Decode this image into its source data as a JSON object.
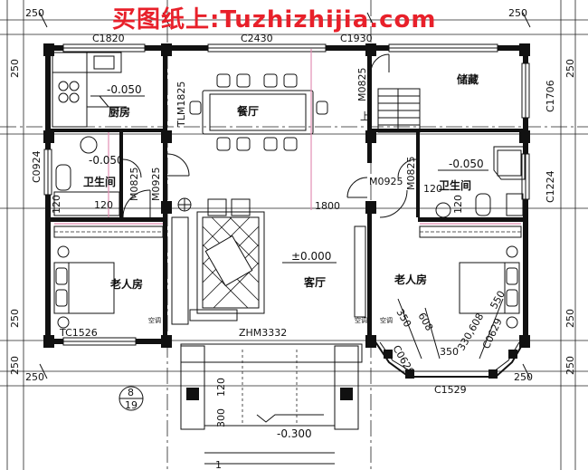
{
  "watermark": "买图纸上:Tuzhizhijia.com",
  "rooms": {
    "kitchen": "厨房",
    "dining": "餐厅",
    "storage": "储藏",
    "bath_left": "卫生间",
    "bath_right": "卫生间",
    "bedroom_left": "老人房",
    "bedroom_right": "老人房",
    "living": "客厅"
  },
  "levels": {
    "kitchen": "-0.050",
    "bath_left": "-0.050",
    "bath_right": "-0.050",
    "living": "±0.000",
    "entrance": "-0.300"
  },
  "openings": {
    "c1820": "C1820",
    "c2430": "C2430",
    "c1930": "C1930",
    "tlm1825": "TLM1825",
    "m0825_storage": "M0825",
    "c1706": "C1706",
    "c0924": "C0924",
    "m0825_bath_left": "M0825",
    "m0925_left": "M0925",
    "m0925_right": "M0925",
    "m0825_bath_right": "M0825",
    "c1224": "C1224",
    "tc1526": "TC1526",
    "zhm3332": "ZHM3332",
    "c1529": "C1529",
    "c0629_left": "C0629",
    "c0629_right": "C0629"
  },
  "dimensions": {
    "top_left_250": "250",
    "top_right_250": "250",
    "left_250_top": "250",
    "left_250_bottom": "250",
    "left_250_foot": "250",
    "right_250_top": "250",
    "right_250_bottom": "250",
    "right_250_foot": "250",
    "bottom_250_left": "250",
    "bottom_250_right": "250",
    "d120_a": "120",
    "d120_b": "120",
    "d120_c": "120",
    "d120_d": "120",
    "d120_front": "120",
    "d1800": "1800",
    "d350_a": "350",
    "d350_b": "350",
    "d608_a": "608",
    "d330_608": "330,608",
    "d550": "550",
    "d300": "300",
    "d1": "1"
  },
  "marks": {
    "stair_up": "上",
    "ac_left": "空调",
    "ac_mid": "空调",
    "ac_right": "空调"
  },
  "detail_ref": {
    "number": "8",
    "sheet": "19"
  }
}
